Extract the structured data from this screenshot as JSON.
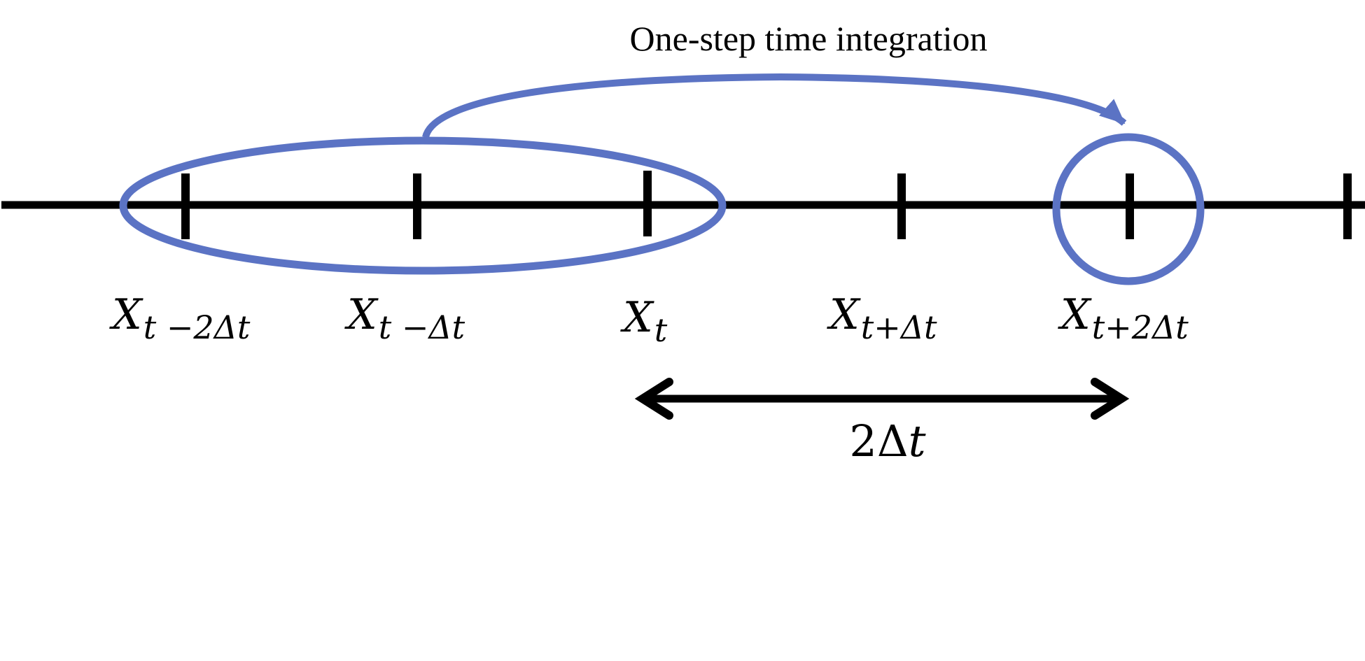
{
  "caption": "One-step time integration",
  "labels": [
    {
      "main": "X",
      "sub_t": "t",
      "sub_rest": " −2Δ",
      "sub_t2": "t"
    },
    {
      "main": "X",
      "sub_t": "t",
      "sub_rest": " −Δ",
      "sub_t2": "t"
    },
    {
      "main": "X",
      "sub_t": "t",
      "sub_rest": "",
      "sub_t2": ""
    },
    {
      "main": "X",
      "sub_t": "t",
      "sub_rest": "+Δ",
      "sub_t2": "t"
    },
    {
      "main": "X",
      "sub_t": "t",
      "sub_rest": "+2Δ",
      "sub_t2": "t"
    }
  ],
  "span": {
    "prefix": "2Δ",
    "var": "t"
  },
  "colors": {
    "accent": "#5b73c4",
    "line": "#000000"
  }
}
